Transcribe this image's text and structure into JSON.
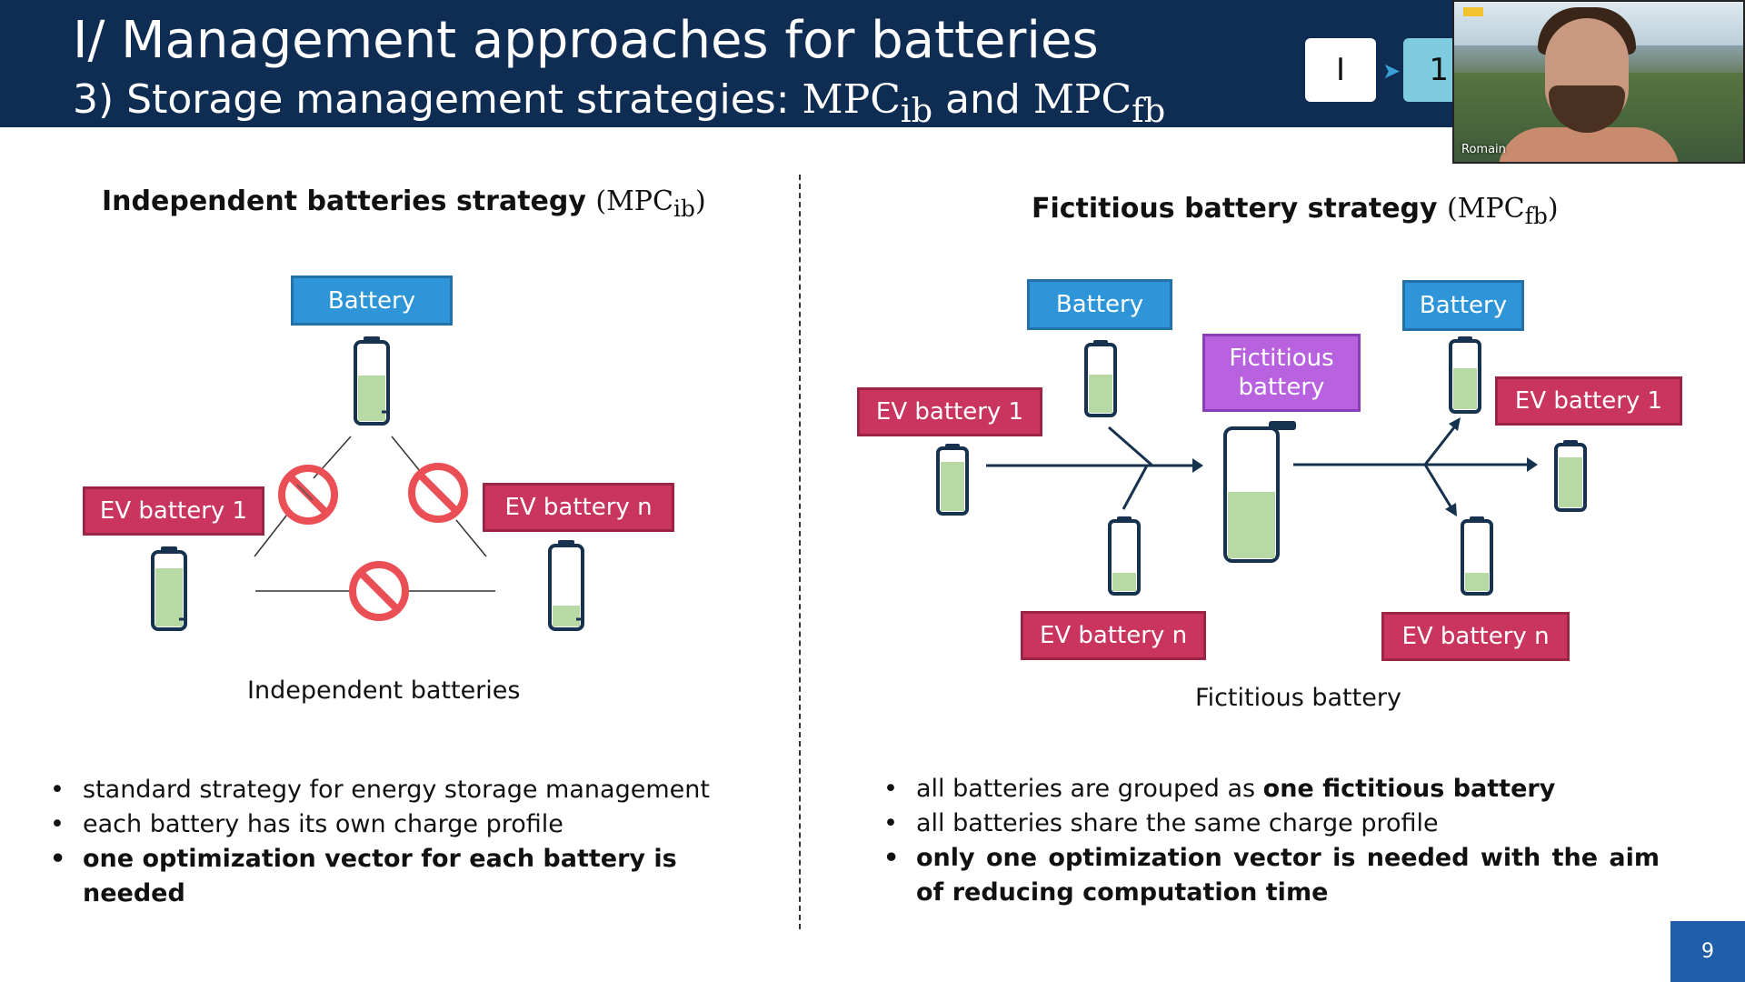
{
  "header": {
    "title": "I/ Management approaches for batteries",
    "subtitle_prefix": "3) Storage management strategies: ",
    "subtitle_and": " and ",
    "mpc": "MPC",
    "ib": "ib",
    "fb": "fb"
  },
  "nav": {
    "box1": "I",
    "box2": "1"
  },
  "webcam": {
    "participant_name": "Romain"
  },
  "left": {
    "title": "Independent batteries strategy ",
    "battery_label": "Battery",
    "ev1_label": "EV battery 1",
    "evn_label": "EV battery n",
    "caption": "Independent batteries",
    "bullets": [
      "standard strategy for energy storage management",
      "each battery has its own charge profile",
      "one optimization vector for each battery is needed"
    ],
    "battery_charge": {
      "battery": 0.55,
      "ev1": 0.8,
      "evn": 0.25
    }
  },
  "right": {
    "title": "Fictitious battery strategy ",
    "battery_label": "Battery",
    "ev1_label": "EV battery 1",
    "evn_label": "EV battery n",
    "fictitious_label_line1": "Fictitious",
    "fictitious_label_line2": "battery",
    "caption": "Fictitious battery",
    "bullets": {
      "b1_prefix": "all batteries are grouped as ",
      "b1_bold": "one fictitious battery",
      "b2": "all batteries share the same charge profile",
      "b3": "only one optimization vector is needed with the aim of reducing computation time"
    }
  },
  "colors": {
    "header": "#0f2c52",
    "blue_label": "#2e96d8",
    "red_label": "#c9355f",
    "purple_label": "#b862e0",
    "battery_fill": "#b7d9a3",
    "battery_outline": "#17324f",
    "no_sign": "#ea4f55"
  },
  "icons": [
    "no-entry-icon",
    "battery-icon",
    "arrow-icon"
  ],
  "footer": {
    "page_number": "9"
  }
}
